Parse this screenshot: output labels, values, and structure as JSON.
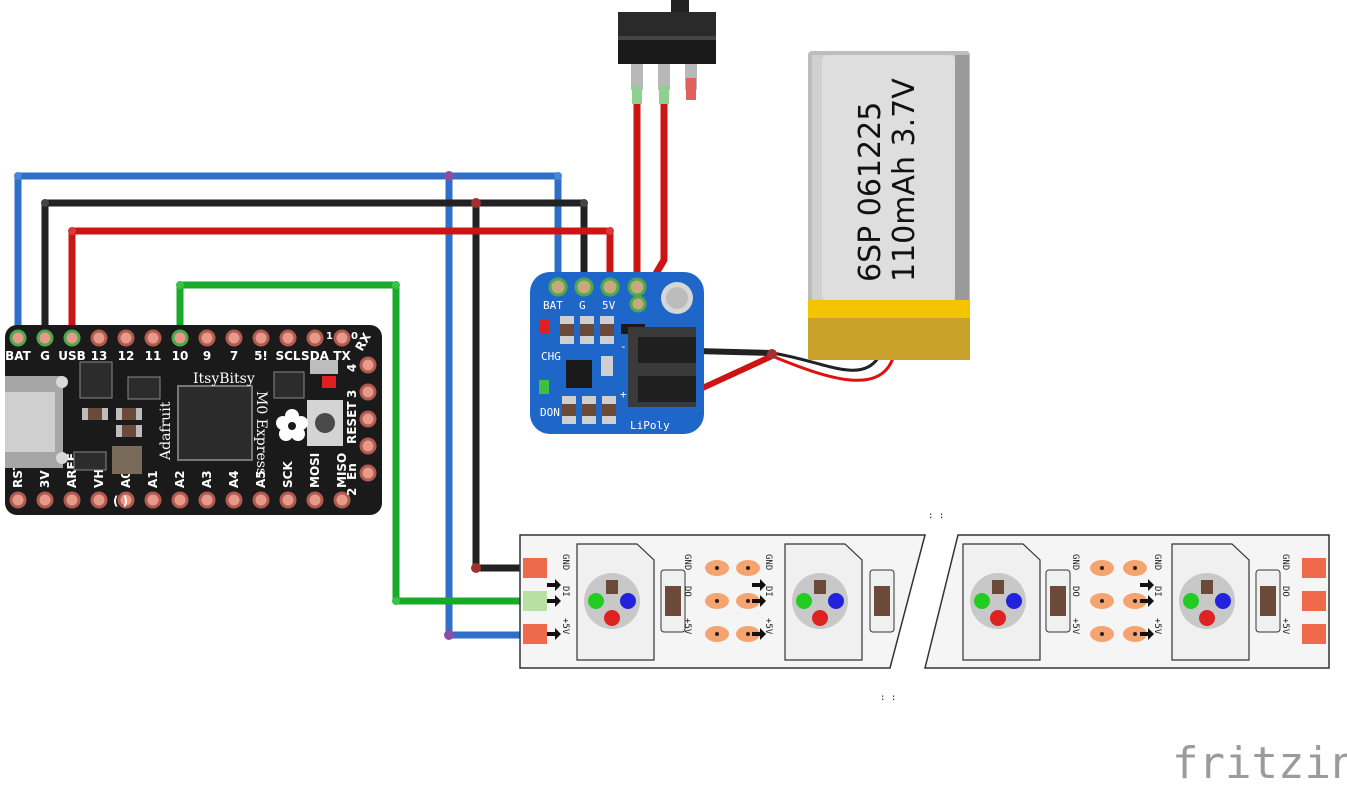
{
  "itsybitsy": {
    "top_pins": [
      "BAT",
      "G",
      "USB",
      "13",
      "12",
      "11",
      "10",
      "9",
      "7",
      "5!",
      "SCL",
      "SDA",
      "TX"
    ],
    "tx_rx_numbers": [
      "1",
      "0"
    ],
    "right_pins": [
      "RX",
      "4",
      "3",
      "RESET",
      "En",
      "2"
    ],
    "bottom_pins": [
      "RST",
      "3V",
      "AREF",
      "VHI",
      "A0",
      "A1",
      "A2",
      "A3",
      "A4",
      "A5",
      "SCK",
      "MOSI",
      "MISO"
    ],
    "bottom_paren": "( )",
    "name_label": "ItsyBitsy",
    "model_label": "M0 Express",
    "brand_label": "Adafruit"
  },
  "charger": {
    "pins": [
      "BAT",
      "G",
      "5V"
    ],
    "chg_label": "CHG",
    "don_label": "DON",
    "minus_label": "-",
    "plus_label": "+",
    "name_label": "LiPoly"
  },
  "battery": {
    "line1": "6SP 061225",
    "line2": "110mAh 3.7V"
  },
  "strip": {
    "left_labels": [
      "GND",
      "DI",
      "+5V"
    ],
    "mid_labels_out": [
      "GND",
      "DO",
      "+5V"
    ],
    "mid_labels_in": [
      "GND",
      "DI",
      "+5V"
    ],
    "break_marks": ": :"
  },
  "watermark": "fritzing",
  "colors": {
    "wire_blue": "#2f6fca",
    "wire_black": "#222222",
    "wire_red": "#cc1414",
    "wire_green": "#1aaa2a",
    "pcb_blue": "#1e67c8",
    "pcb_black": "#1a1a1a",
    "battery_yellow": "#f3c400",
    "strip_white": "#f5f5f5",
    "pad_orange": "#f5a470"
  }
}
